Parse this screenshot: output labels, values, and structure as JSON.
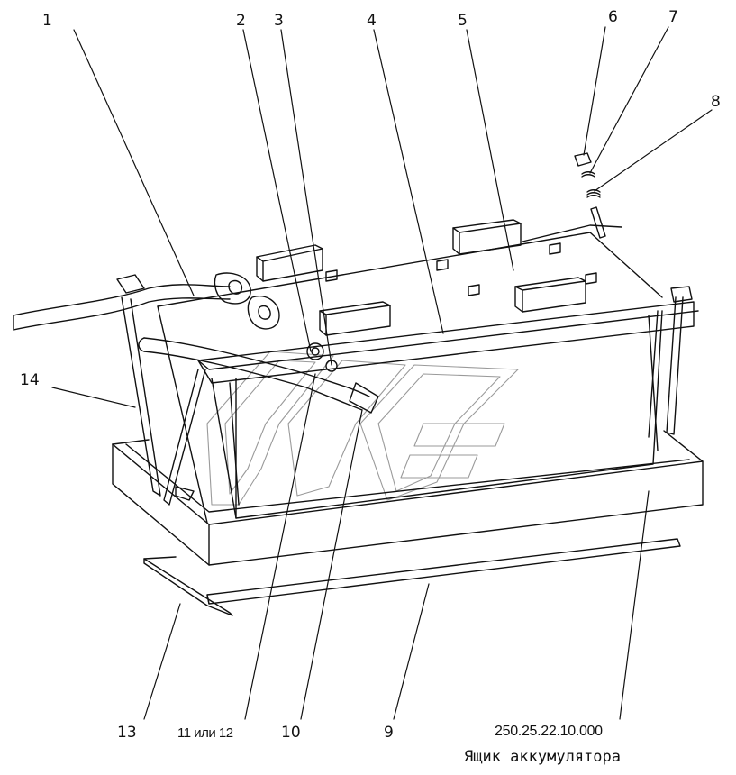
{
  "callouts": [
    {
      "id": "1",
      "text": "1"
    },
    {
      "id": "2",
      "text": "2"
    },
    {
      "id": "3",
      "text": "3"
    },
    {
      "id": "4",
      "text": "4"
    },
    {
      "id": "5",
      "text": "5"
    },
    {
      "id": "6",
      "text": "6"
    },
    {
      "id": "7",
      "text": "7"
    },
    {
      "id": "8",
      "text": "8"
    },
    {
      "id": "9",
      "text": "9"
    },
    {
      "id": "10",
      "text": "10"
    },
    {
      "id": "11_12",
      "text": "11 или 12"
    },
    {
      "id": "13",
      "text": "13"
    },
    {
      "id": "14",
      "text": "14"
    }
  ],
  "caption": {
    "code": "250.25.22.10.000",
    "title": "Ящик аккумулятора"
  }
}
